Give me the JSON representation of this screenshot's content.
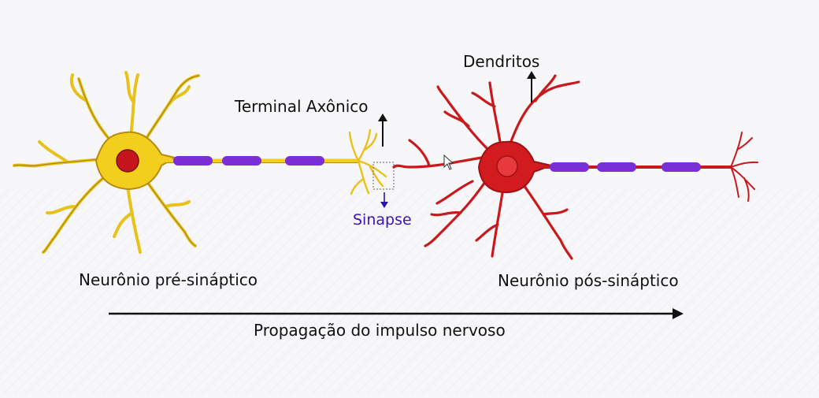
{
  "labels": {
    "terminal_axonico": "Terminal Axônico",
    "dendritos": "Dendritos",
    "sinapse": "Sinapse",
    "neuronio_pre": "Neurônio pré-sináptico",
    "neuronio_pos": "Neurônio pós-sináptico",
    "propagacao": "Propagação do impulso nervoso"
  },
  "colors": {
    "pre_body": "#f2cf1d",
    "pre_outline": "#b88a12",
    "nucleus": "#c4161c",
    "post_body": "#d21b1f",
    "myelin": "#7a2fd6",
    "sinapse_text": "#3b12b8",
    "arrow": "#111111"
  },
  "icons": {
    "cursor": "mouse-pointer-icon",
    "arrow_up": "arrow-up-icon",
    "arrow_down": "arrow-down-icon",
    "arrow_right": "arrow-right-icon"
  }
}
